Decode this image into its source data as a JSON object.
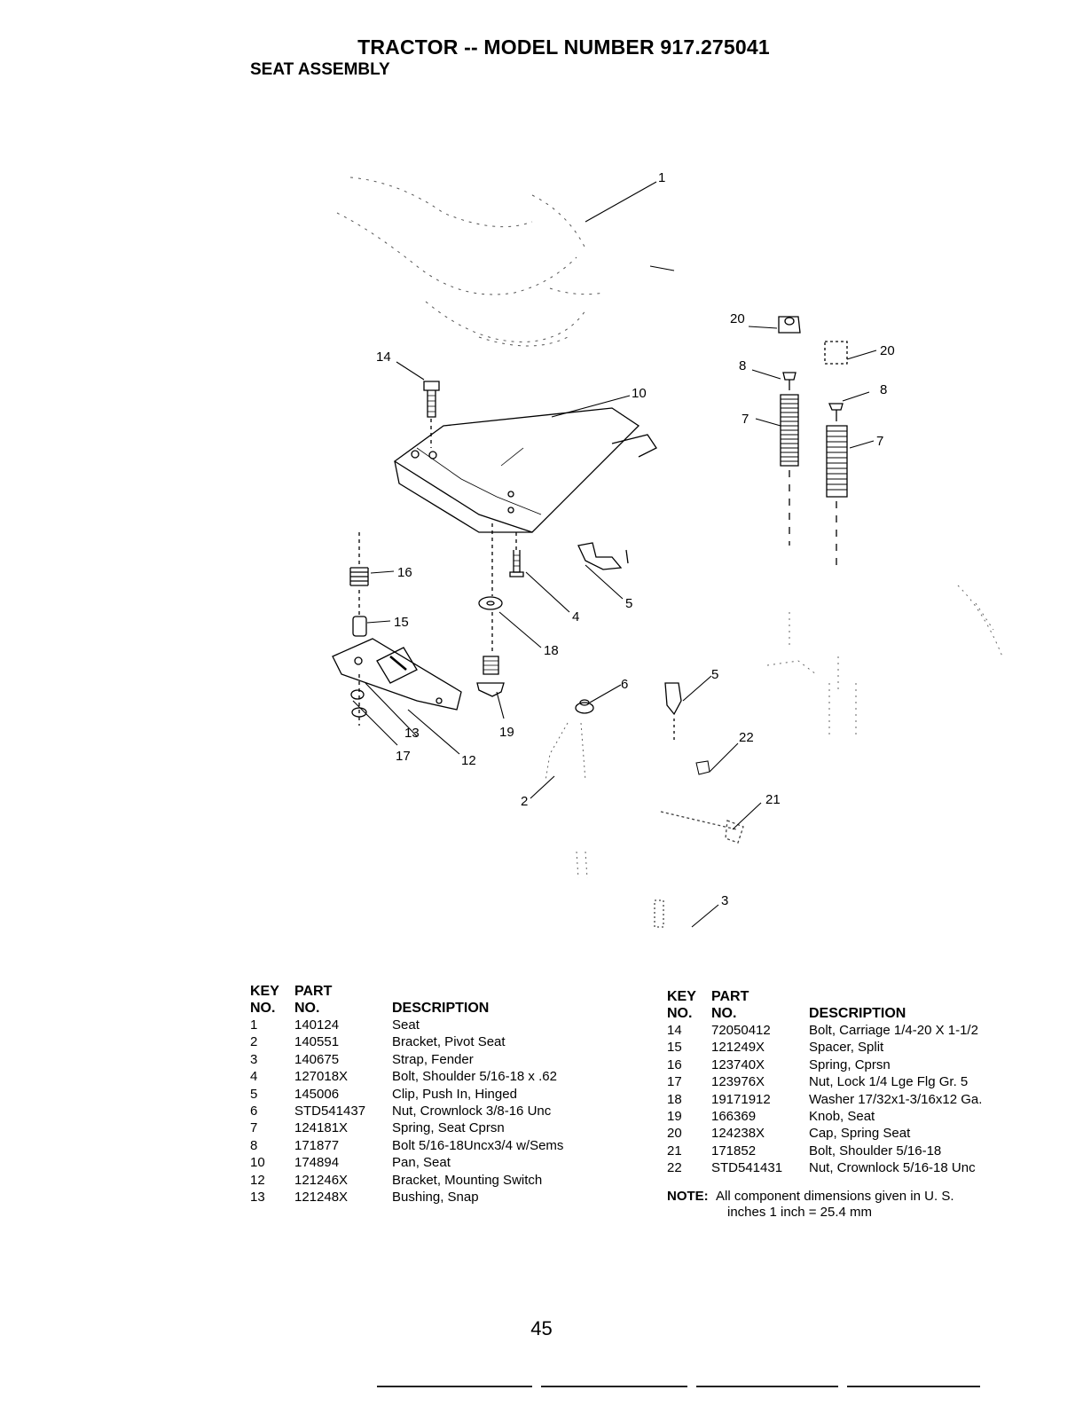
{
  "page": {
    "title": "TRACTOR -- MODEL NUMBER 917.275041",
    "subtitle": "SEAT ASSEMBLY",
    "page_number": "45"
  },
  "diagram": {
    "callouts": [
      "1",
      "2",
      "3",
      "4",
      "5",
      "5",
      "6",
      "7",
      "7",
      "8",
      "8",
      "10",
      "12",
      "13",
      "14",
      "15",
      "16",
      "17",
      "18",
      "19",
      "20",
      "20",
      "21",
      "22"
    ]
  },
  "table_headers": {
    "key_line1": "KEY",
    "key_line2": "NO.",
    "part_line1": "PART",
    "part_line2": "NO.",
    "description": "DESCRIPTION"
  },
  "parts_left": [
    {
      "key": "1",
      "part": "140124",
      "desc": "Seat"
    },
    {
      "key": "2",
      "part": "140551",
      "desc": "Bracket, Pivot Seat"
    },
    {
      "key": "3",
      "part": "140675",
      "desc": "Strap, Fender"
    },
    {
      "key": "4",
      "part": "127018X",
      "desc": "Bolt, Shoulder  5/16-18 x .62"
    },
    {
      "key": "5",
      "part": "145006",
      "desc": "Clip, Push In, Hinged"
    },
    {
      "key": "6",
      "part": "STD541437",
      "desc": "Nut, Crownlock  3/8-16 Unc"
    },
    {
      "key": "7",
      "part": "124181X",
      "desc": "Spring, Seat Cprsn"
    },
    {
      "key": "8",
      "part": "171877",
      "desc": "Bolt 5/16-18Uncx3/4 w/Sems"
    },
    {
      "key": "10",
      "part": "174894",
      "desc": "Pan, Seat"
    },
    {
      "key": "12",
      "part": "121246X",
      "desc": "Bracket, Mounting Switch"
    },
    {
      "key": "13",
      "part": "121248X",
      "desc": "Bushing, Snap"
    }
  ],
  "parts_right": [
    {
      "key": "14",
      "part": "72050412",
      "desc": "Bolt, Carriage  1/4-20 X 1-1/2"
    },
    {
      "key": "15",
      "part": "121249X",
      "desc": "Spacer, Split"
    },
    {
      "key": "16",
      "part": "123740X",
      "desc": "Spring, Cprsn"
    },
    {
      "key": "17",
      "part": "123976X",
      "desc": "Nut, Lock  1/4 Lge Flg Gr. 5"
    },
    {
      "key": "18",
      "part": "19171912",
      "desc": "Washer 17/32x1-3/16x12 Ga."
    },
    {
      "key": "19",
      "part": "166369",
      "desc": "Knob, Seat"
    },
    {
      "key": "20",
      "part": "124238X",
      "desc": "Cap, Spring Seat"
    },
    {
      "key": "21",
      "part": "171852",
      "desc": "Bolt, Shoulder  5/16-18"
    },
    {
      "key": "22",
      "part": "STD541431",
      "desc": "Nut, Crownlock  5/16-18 Unc"
    }
  ],
  "note": {
    "label": "NOTE:",
    "line1": "All component dimensions given in U. S.",
    "line2": "inches 1 inch = 25.4 mm"
  }
}
